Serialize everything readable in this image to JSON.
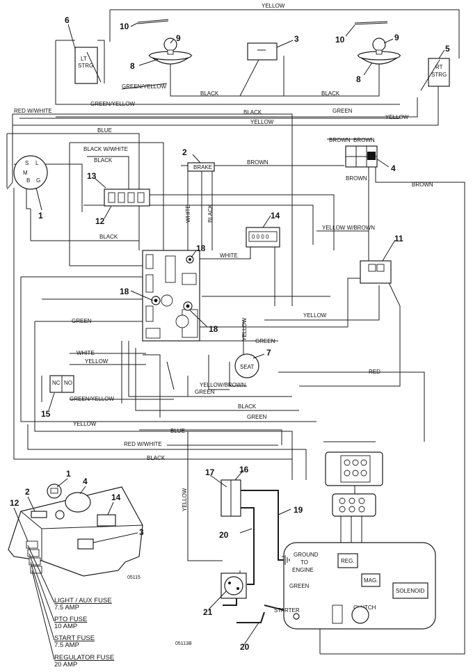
{
  "wires": {
    "yellow_top": "YELLOW",
    "green_yellow_1": "GREEN/YELLOW",
    "green_yellow_2": "GREEN/YELLOW",
    "black_1": "BLACK",
    "black_2": "BLACK",
    "red_w_white_1": "RED W/WHITE",
    "black_3": "BLACK",
    "green_1": "GREEN",
    "yellow_1": "YELLOW",
    "yellow_2": "YELLOW",
    "blue_1": "BLUE",
    "brown_1": "BROWN",
    "brown_2": "BROWN",
    "brown_3": "BROWN",
    "black_w_white": "BLACK W/WHITE",
    "black_4": "BLACK",
    "brown_4": "BROWN",
    "brown_5": "BROWN",
    "white_v": "WHITE",
    "black_v": "BLACK",
    "yellow_w_brown": "YELLOW W/BROWN",
    "black_5": "BLACK",
    "white_1": "WHITE",
    "green_2": "GREEN",
    "yellow_3": "YELLOW",
    "yellow_v": "YELLOW",
    "green_3": "GREEN",
    "white_2": "WHITE",
    "yellow_4": "YELLOW",
    "yellow_brown": "YELLOW/BROWN",
    "green_4": "GREEN",
    "red_1": "RED",
    "green_yellow_3": "GREEN/YELLOW",
    "black_6": "BLACK",
    "green_5": "GREEN",
    "yellow_5": "YELLOW",
    "blue_2": "BLUE",
    "red_w_white_2": "RED W/WHITE",
    "black_7": "BLACK",
    "yellow_v2": "YELLOW",
    "green_6": "GREEN"
  },
  "components": {
    "lt_strg_1": "LT",
    "lt_strg_2": "STRG",
    "rt_strg_1": "RT",
    "rt_strg_2": "STRG",
    "brake": "BRAKE",
    "seat": "SEAT",
    "nc": "NC",
    "no": "NO",
    "sw_s": "S",
    "sw_l": "L",
    "sw_b": "B",
    "sw_m": "M",
    "sw_g": "G",
    "ground_1": "GROUND",
    "ground_2": "TO",
    "ground_3": "ENGINE",
    "reg": "REG.",
    "mag": "MAG.",
    "solenoid": "SOLENOID",
    "starter": "STARTER",
    "clutch": "CLUTCH",
    "hourmeter": "0 0 0 0"
  },
  "callouts": {
    "n1": "1",
    "n2": "2",
    "n3": "3",
    "n4": "4",
    "n5": "5",
    "n6": "6",
    "n7": "7",
    "n8a": "8",
    "n8b": "8",
    "n9a": "9",
    "n9b": "9",
    "n10a": "10",
    "n10b": "10",
    "n11": "11",
    "n12": "12",
    "n13": "13",
    "n14": "14",
    "n15": "15",
    "n16": "16",
    "n17": "17",
    "n18a": "18",
    "n18b": "18",
    "n18c": "18",
    "n19": "19",
    "n20a": "20",
    "n20b": "20",
    "n21": "21",
    "inset1": "1",
    "inset2": "2",
    "inset3": "3",
    "inset4": "4",
    "inset12": "12",
    "inset14": "14"
  },
  "inset": {
    "code": "05115",
    "fuses": [
      {
        "name": "LIGHT / AUX FUSE",
        "rating": "7.5 AMP"
      },
      {
        "name": "PTO FUSE",
        "rating": "10 AMP"
      },
      {
        "name": "START FUSE",
        "rating": "7.5 AMP"
      },
      {
        "name": "REGULATOR FUSE",
        "rating": "20 AMP"
      }
    ]
  },
  "drawing_code": "05113B"
}
